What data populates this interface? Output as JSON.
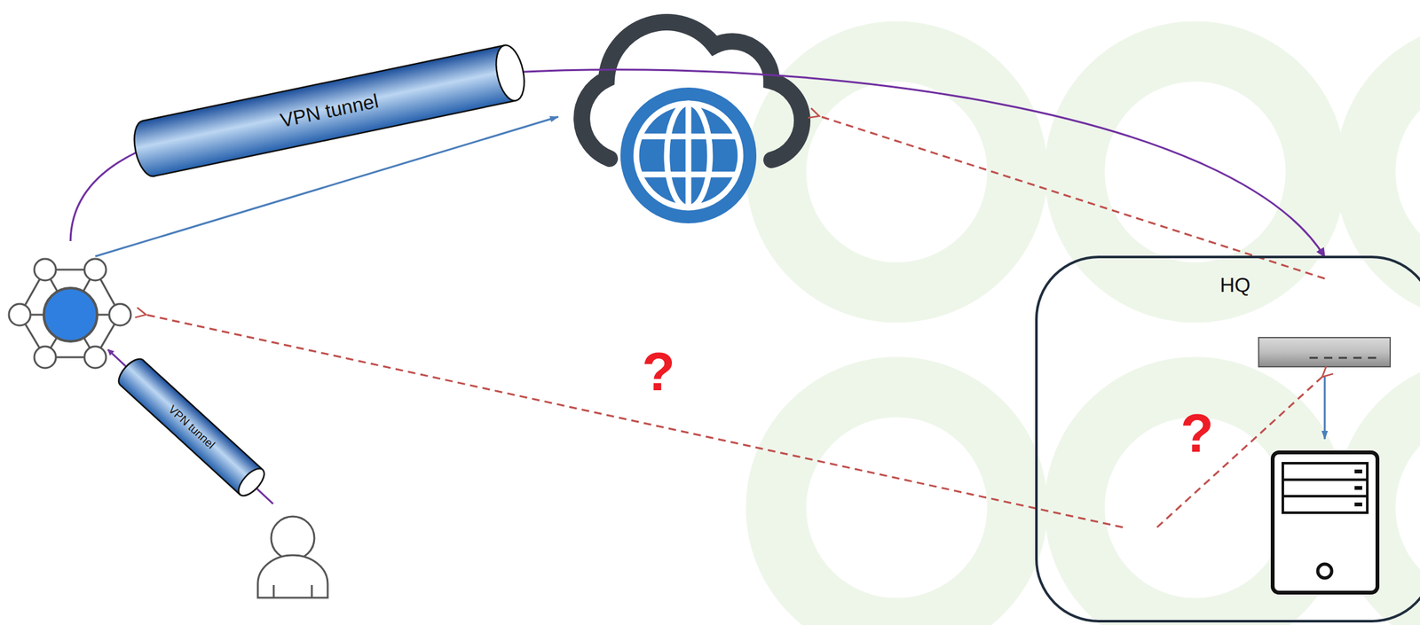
{
  "diagram": {
    "nodes": [
      {
        "text": [
          "VPN tunnel"
        ]
      },
      {
        "text": [
          "VPN tunnel"
        ]
      },
      {
        "text": [
          "HQ"
        ]
      }
    ],
    "edges": [
      {
        "from": 0,
        "to": 2,
        "arrow": "to"
      }
    ],
    "labels": [
      "?",
      "?"
    ]
  }
}
